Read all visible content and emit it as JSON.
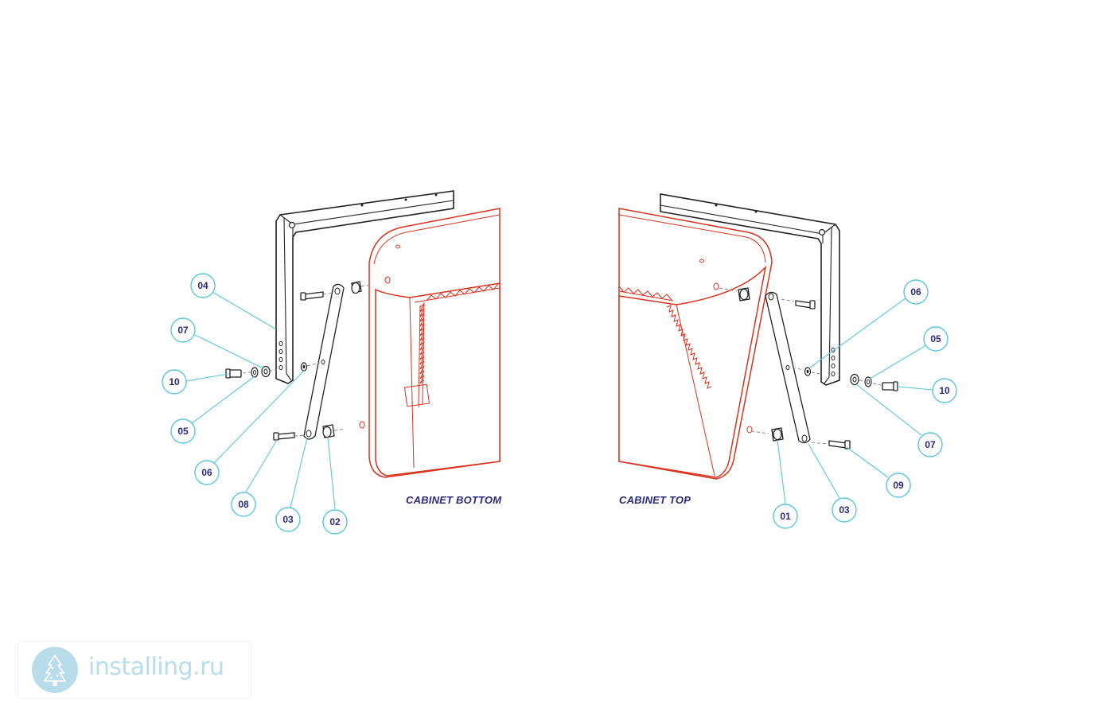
{
  "labels": {
    "cabinet_bottom": "CABINET BOTTOM",
    "cabinet_top": "CABINET TOP"
  },
  "callouts": {
    "left": [
      "04",
      "07",
      "10",
      "05",
      "06",
      "08",
      "03",
      "02"
    ],
    "right": [
      "06",
      "05",
      "10",
      "07",
      "09",
      "03",
      "01"
    ]
  },
  "watermark": {
    "text": "installing.ru",
    "icon": "tree-logo-icon"
  },
  "colors": {
    "callout_stroke": "#5cc6de",
    "callout_text": "#2a2a7a",
    "cabinet_outline": "#d9321e",
    "hardware_outline": "#222222"
  }
}
